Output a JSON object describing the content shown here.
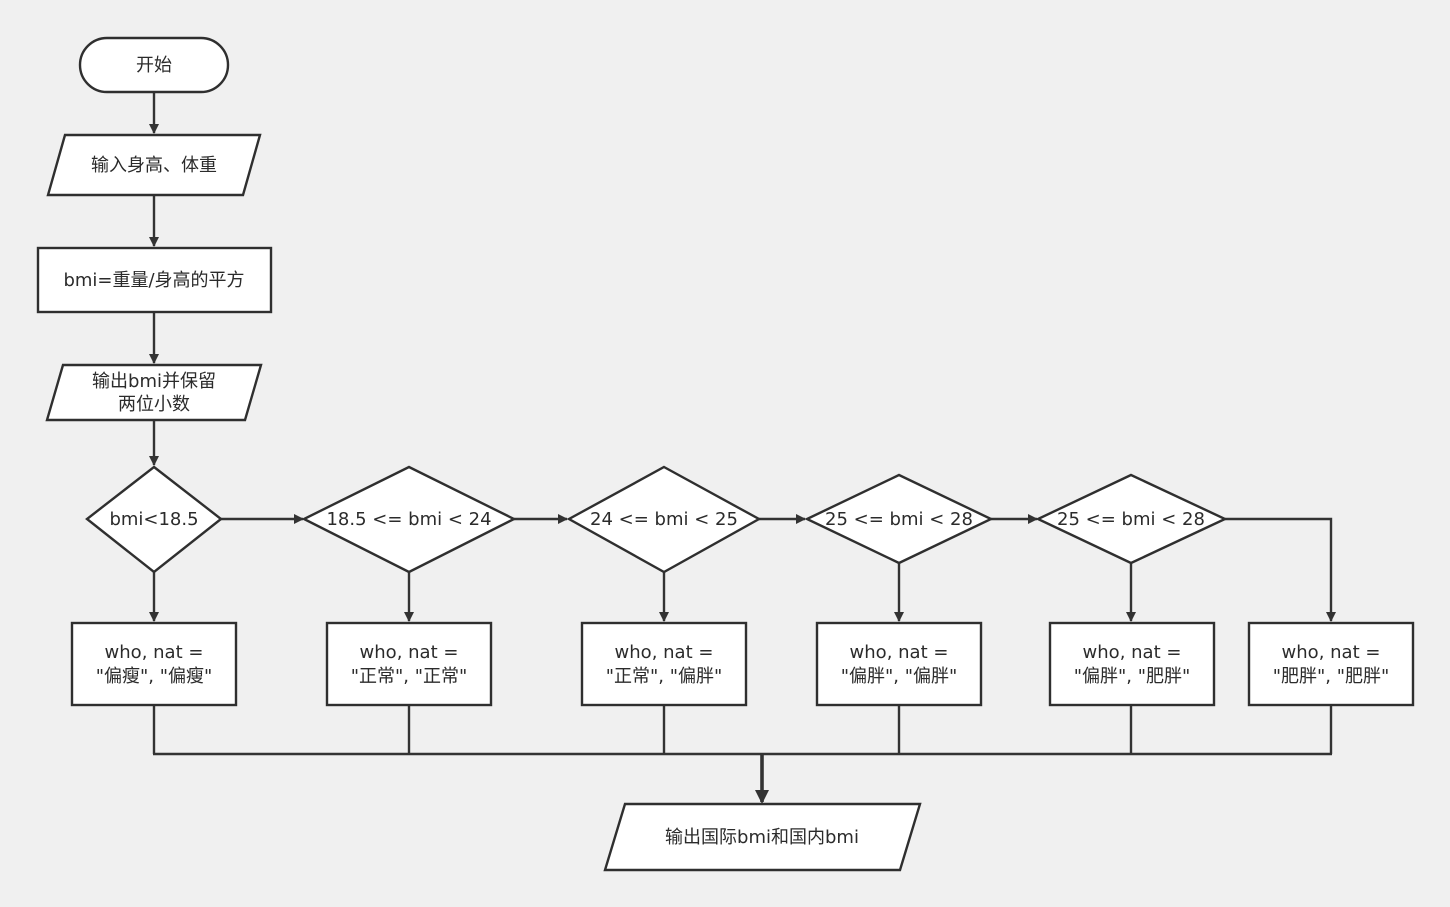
{
  "diagram": {
    "type": "flowchart",
    "nodes": {
      "start": {
        "kind": "terminal",
        "lines": [
          "开始"
        ]
      },
      "input": {
        "kind": "io",
        "lines": [
          "输入身高、体重"
        ]
      },
      "calc": {
        "kind": "process",
        "lines": [
          "bmi=重量/身高的平方"
        ]
      },
      "print_bmi": {
        "kind": "io",
        "lines": [
          "输出bmi并保留",
          "两位小数"
        ]
      },
      "d1": {
        "kind": "decision",
        "lines": [
          "bmi<18.5"
        ]
      },
      "d2": {
        "kind": "decision",
        "lines": [
          "18.5 <= bmi < 24"
        ]
      },
      "d3": {
        "kind": "decision",
        "lines": [
          "24 <= bmi < 25"
        ]
      },
      "d4": {
        "kind": "decision",
        "lines": [
          "25 <= bmi < 28"
        ]
      },
      "d5": {
        "kind": "decision",
        "lines": [
          "25 <= bmi < 28"
        ]
      },
      "r1": {
        "kind": "process",
        "lines": [
          "who, nat =",
          "\"偏瘦\", \"偏瘦\""
        ]
      },
      "r2": {
        "kind": "process",
        "lines": [
          "who, nat =",
          "\"正常\", \"正常\""
        ]
      },
      "r3": {
        "kind": "process",
        "lines": [
          "who, nat =",
          "\"正常\", \"偏胖\""
        ]
      },
      "r4": {
        "kind": "process",
        "lines": [
          "who, nat =",
          "\"偏胖\", \"偏胖\""
        ]
      },
      "r5": {
        "kind": "process",
        "lines": [
          "who, nat =",
          "\"偏胖\", \"肥胖\""
        ]
      },
      "r6": {
        "kind": "process",
        "lines": [
          "who, nat =",
          "\"肥胖\", \"肥胖\""
        ]
      },
      "output": {
        "kind": "io",
        "lines": [
          "输出国际bmi和国内bmi"
        ]
      }
    },
    "edges": [
      [
        "start",
        "input"
      ],
      [
        "input",
        "calc"
      ],
      [
        "calc",
        "print_bmi"
      ],
      [
        "print_bmi",
        "d1"
      ],
      [
        "d1",
        "d2"
      ],
      [
        "d2",
        "d3"
      ],
      [
        "d3",
        "d4"
      ],
      [
        "d4",
        "d5"
      ],
      [
        "d1",
        "r1"
      ],
      [
        "d2",
        "r2"
      ],
      [
        "d3",
        "r3"
      ],
      [
        "d4",
        "r4"
      ],
      [
        "d5",
        "r5"
      ],
      [
        "d5",
        "r6"
      ],
      [
        "r1",
        "output"
      ],
      [
        "r2",
        "output"
      ],
      [
        "r3",
        "output"
      ],
      [
        "r4",
        "output"
      ],
      [
        "r5",
        "output"
      ],
      [
        "r6",
        "output"
      ]
    ]
  }
}
